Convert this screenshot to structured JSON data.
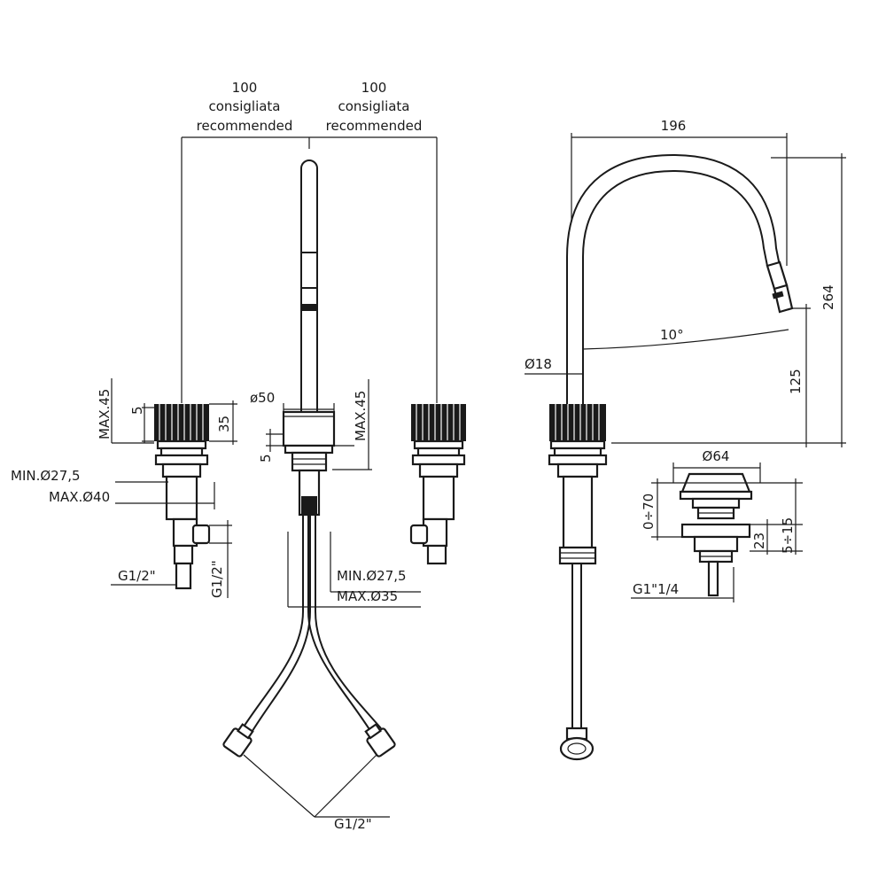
{
  "labels": {
    "dim_100_left": "100",
    "dim_100_right": "100",
    "consigliata_left": "consigliata",
    "consigliata_right": "consigliata",
    "recommended_left": "recommended",
    "recommended_right": "recommended",
    "dim_196": "196",
    "dim_264": "264",
    "dim_125": "125",
    "angle_10": "10°",
    "dia_18": "Ø18",
    "dia_50": "ø50",
    "dia_64": "Ø64",
    "max45_left": "MAX.45",
    "max45_center": "MAX.45",
    "dim_5_left": "5",
    "dim_5_center": "5",
    "dim_35": "35",
    "min_dia_left": "MIN.Ø27,5",
    "max_dia_left": "MAX.Ø40",
    "g12_left_h": "G1/2\"",
    "g12_left_v": "G1/2\"",
    "min_dia_center": "MIN.Ø27,5",
    "max_dia_center": "MAX.Ø35",
    "g12_bottom": "G1/2\"",
    "range_0_70": "0÷70",
    "dim_23": "23",
    "range_5_15": "5÷15",
    "g1_14": "G1\"1/4"
  }
}
